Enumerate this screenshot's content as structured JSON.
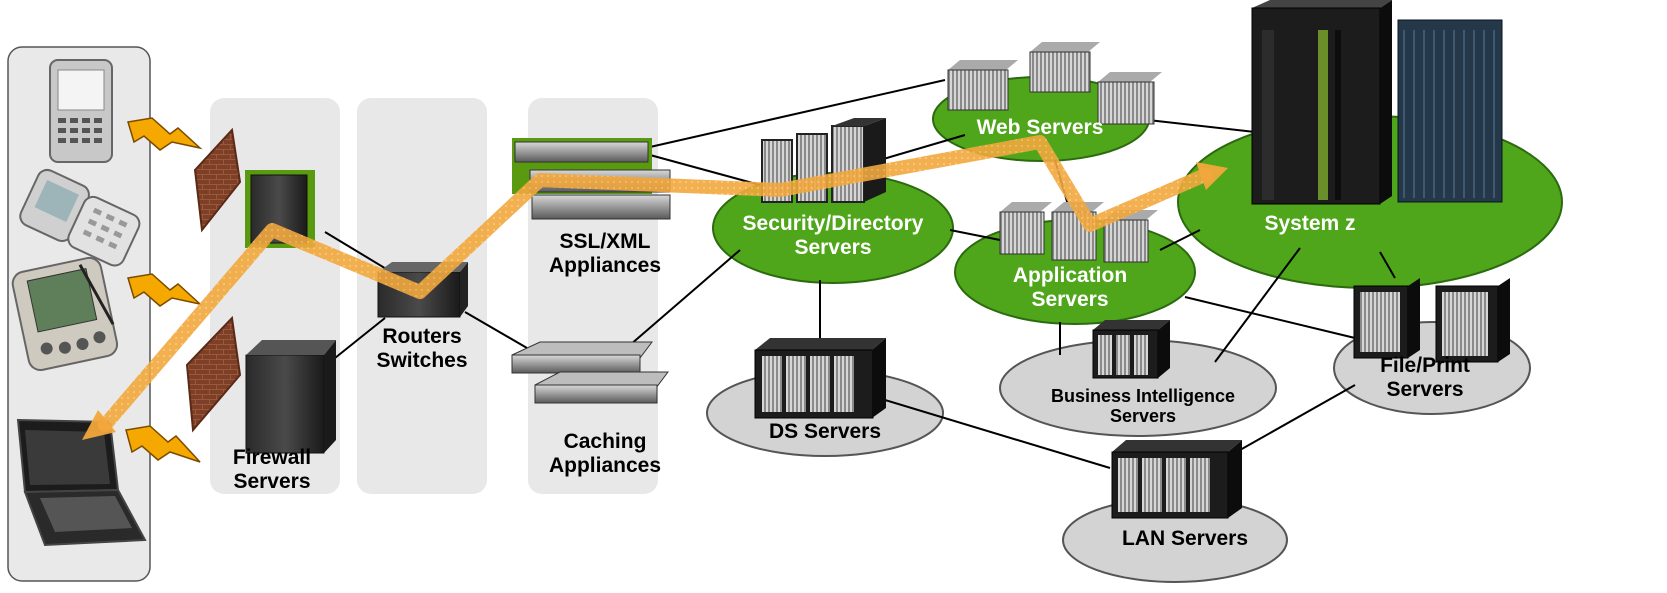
{
  "colors": {
    "panel_gray": "#e8e8e8",
    "green_node": "#4fa61a",
    "gray_node": "#d4d4d4",
    "flow_arrow": "#f0a030",
    "line": "#000000",
    "brick": "#8a4a30",
    "bolt": "#f5a800"
  },
  "icons": [
    "smartphone-icon",
    "flip-phone-icon",
    "pda-icon",
    "laptop-icon",
    "lightning-bolt-icon",
    "firewall-brick-icon",
    "server-icon",
    "router-icon",
    "appliance-icon",
    "mainframe-icon"
  ],
  "labels": {
    "firewall": [
      "Firewall",
      "Servers"
    ],
    "routers": [
      "Routers",
      "Switches"
    ],
    "ssl": [
      "SSL/XML",
      "Appliances"
    ],
    "caching": [
      "Caching",
      "Appliances"
    ],
    "security": [
      "Security/Directory",
      "Servers"
    ],
    "web": "Web Servers",
    "application": [
      "Application",
      "Servers"
    ],
    "systemz": "System z",
    "ds": "DS Servers",
    "bi": [
      "Business Intelligence",
      "Servers"
    ],
    "fileprint": [
      "File/Print",
      "Servers"
    ],
    "lan": "LAN Servers"
  }
}
